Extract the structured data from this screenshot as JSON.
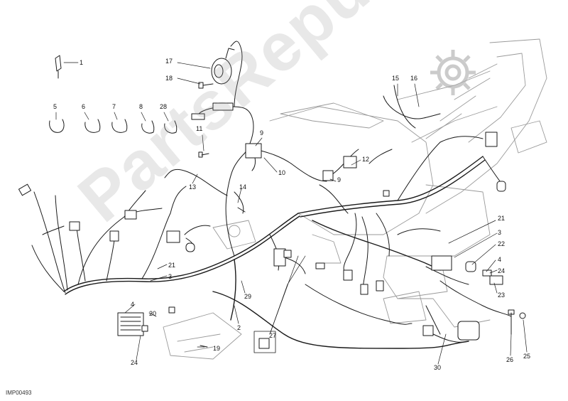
{
  "diagram": {
    "callouts": [
      {
        "id": "c1",
        "text": "1"
      },
      {
        "id": "c17",
        "text": "17"
      },
      {
        "id": "c18",
        "text": "18"
      },
      {
        "id": "c5",
        "text": "5"
      },
      {
        "id": "c6",
        "text": "6"
      },
      {
        "id": "c7",
        "text": "7"
      },
      {
        "id": "c8",
        "text": "8"
      },
      {
        "id": "c28",
        "text": "28"
      },
      {
        "id": "c15",
        "text": "15"
      },
      {
        "id": "c16",
        "text": "16"
      },
      {
        "id": "c11",
        "text": "11"
      },
      {
        "id": "c9a",
        "text": "9"
      },
      {
        "id": "c12",
        "text": "12"
      },
      {
        "id": "c9b",
        "text": "9"
      },
      {
        "id": "c10",
        "text": "10"
      },
      {
        "id": "c13",
        "text": "13"
      },
      {
        "id": "c14",
        "text": "14"
      },
      {
        "id": "c21a",
        "text": "21"
      },
      {
        "id": "c3a",
        "text": "3"
      },
      {
        "id": "c4a",
        "text": "4"
      },
      {
        "id": "c20",
        "text": "20"
      },
      {
        "id": "c29",
        "text": "29"
      },
      {
        "id": "c2",
        "text": "2"
      },
      {
        "id": "c19",
        "text": "19"
      },
      {
        "id": "c24a",
        "text": "24"
      },
      {
        "id": "c27",
        "text": "27"
      },
      {
        "id": "c21b",
        "text": "21"
      },
      {
        "id": "c3b",
        "text": "3"
      },
      {
        "id": "c22",
        "text": "22"
      },
      {
        "id": "c4b",
        "text": "4"
      },
      {
        "id": "c24b",
        "text": "24"
      },
      {
        "id": "c23",
        "text": "23"
      },
      {
        "id": "c30",
        "text": "30"
      },
      {
        "id": "c26",
        "text": "26"
      },
      {
        "id": "c25",
        "text": "25"
      }
    ],
    "image_code": "IMP00493",
    "watermark": "PartsRepublik",
    "colors": {
      "line": "#1a1a1a",
      "frame": "#9a9a9a",
      "watermark": "#969696"
    }
  }
}
